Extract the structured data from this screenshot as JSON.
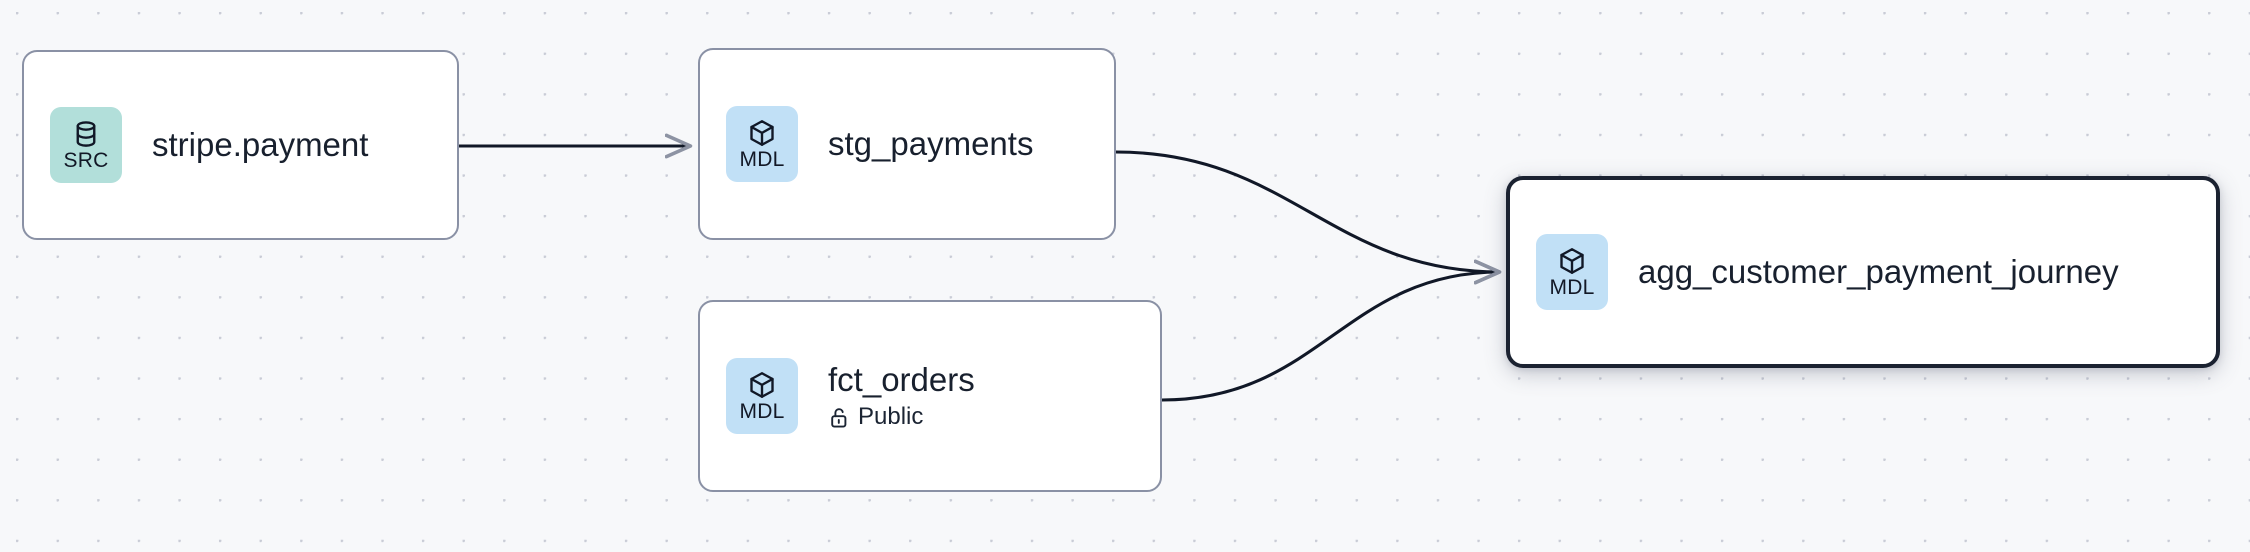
{
  "graph": {
    "title": "data lineage graph",
    "background_color": "#f7f8fa",
    "dot_color": "#c9ccd6",
    "edge_color": "#111827",
    "selected_border_color": "#1b2231",
    "node_border_color": "#8a91a5",
    "badge_colors": {
      "source": "#b2dfda",
      "model": "#c1e0f6"
    },
    "nodes": [
      {
        "id": "stripe-payment",
        "title": "stripe.payment",
        "badge_label": "SRC",
        "badge_kind": "source",
        "badge_icon": "database-icon",
        "selected": false,
        "sub_label": null,
        "sub_icon": null
      },
      {
        "id": "stg-payments",
        "title": "stg_payments",
        "badge_label": "MDL",
        "badge_kind": "model",
        "badge_icon": "cube-icon",
        "selected": false,
        "sub_label": null,
        "sub_icon": null
      },
      {
        "id": "fct-orders",
        "title": "fct_orders",
        "badge_label": "MDL",
        "badge_kind": "model",
        "badge_icon": "cube-icon",
        "selected": false,
        "sub_label": "Public",
        "sub_icon": "unlock-icon"
      },
      {
        "id": "agg-customer-payment-journey",
        "title": "agg_customer_payment_journey",
        "badge_label": "MDL",
        "badge_kind": "model",
        "badge_icon": "cube-icon",
        "selected": true,
        "sub_label": null,
        "sub_icon": null
      }
    ],
    "edges": [
      {
        "from": "stripe-payment",
        "to": "stg-payments",
        "style": "straight",
        "arrowhead": true
      },
      {
        "from": "stg-payments",
        "to": "agg-customer-payment-journey",
        "style": "bezier",
        "arrowhead": true
      },
      {
        "from": "fct-orders",
        "to": "agg-customer-payment-journey",
        "style": "bezier",
        "arrowhead": true
      }
    ]
  }
}
